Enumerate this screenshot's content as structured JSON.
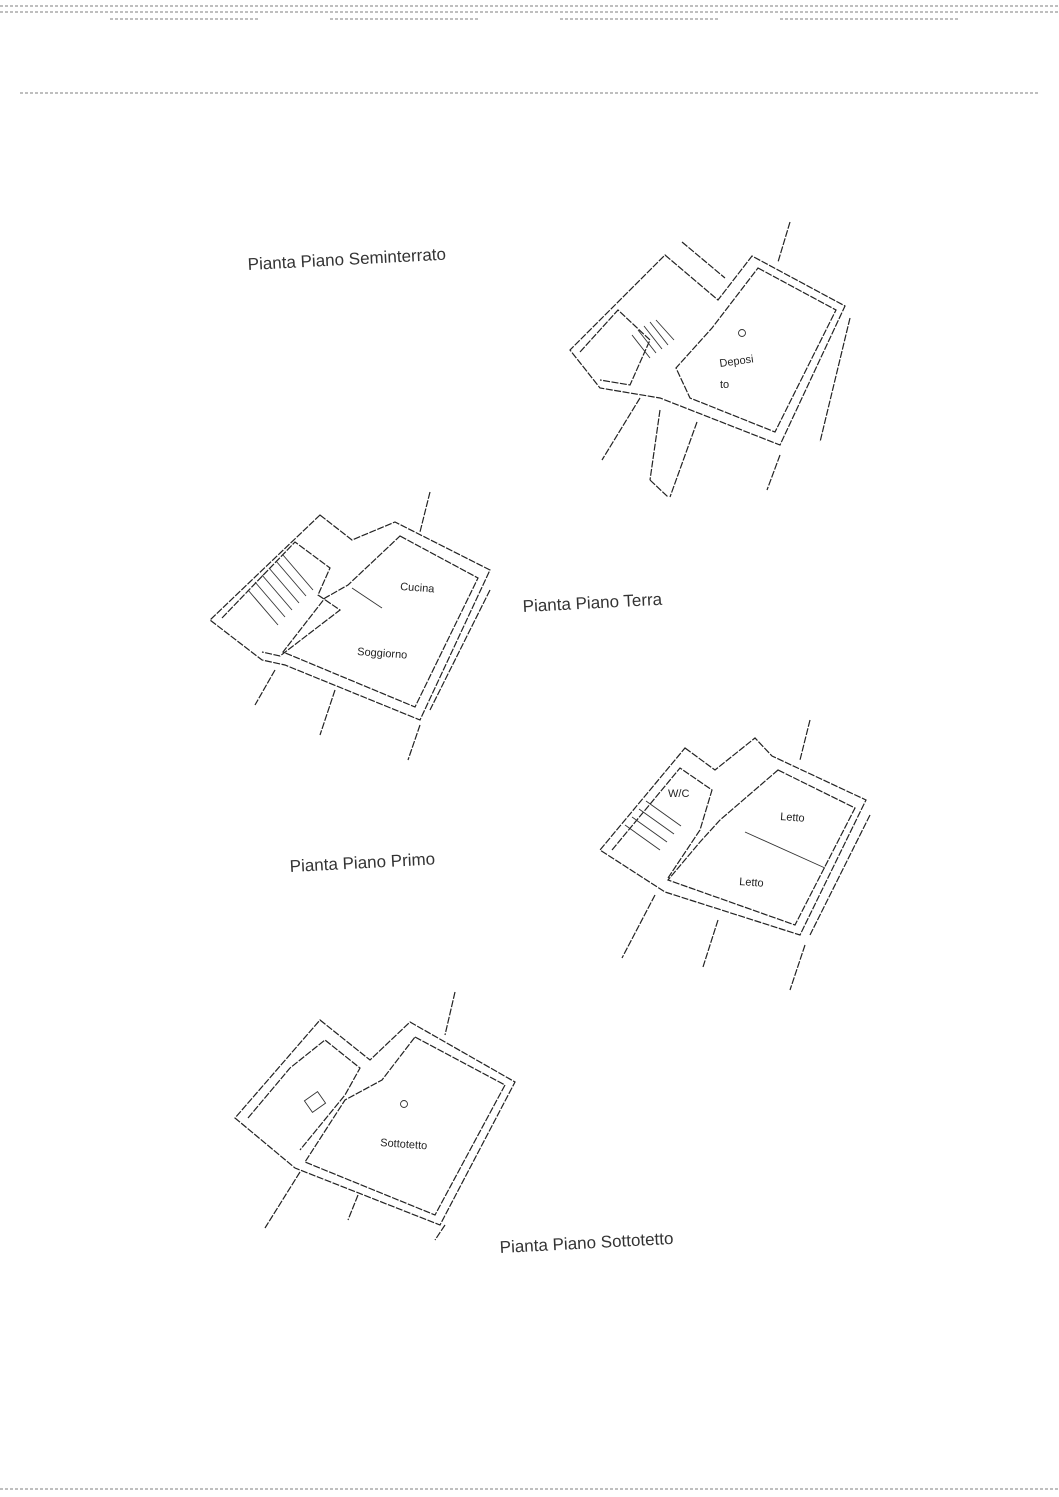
{
  "document": {
    "plans": [
      {
        "title": "Pianta Piano Seminterrato",
        "rooms": [
          "Deposi",
          "to"
        ]
      },
      {
        "title": "Pianta Piano Terra",
        "rooms": [
          "Cucina",
          "Soggiorno"
        ]
      },
      {
        "title": "Pianta Piano Primo",
        "rooms": [
          "W/C",
          "Letto",
          "Letto"
        ]
      },
      {
        "title": "Pianta Piano Sottotetto",
        "rooms": [
          "Sottotetto"
        ]
      }
    ]
  }
}
